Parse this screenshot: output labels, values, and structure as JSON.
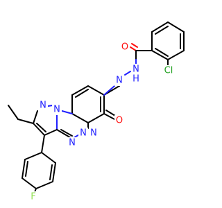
{
  "molecule": {
    "atoms": {
      "amide_o": {
        "label": "O",
        "color": "#ff0d0d"
      },
      "amide_nh": {
        "label": "N",
        "color": "#2020ff"
      },
      "amide_h": {
        "label": "H",
        "color": "#2020ff"
      },
      "chlorine": {
        "label": "Cl",
        "color": "#1fa01f"
      },
      "ring_n_pyridone": {
        "label": "N",
        "color": "#2020ff"
      },
      "ketone_o": {
        "label": "O",
        "color": "#ff0d0d"
      },
      "pyrazole_n1": {
        "label": "N",
        "color": "#2020ff"
      },
      "bridge_n": {
        "label": "N",
        "color": "#2020ff"
      },
      "triazine_n_lower": {
        "label": "N",
        "color": "#2020ff"
      },
      "triazine_n_mid": {
        "label": "N",
        "color": "#2020ff"
      },
      "triazine_n_right": {
        "label": "N",
        "color": "#2020ff"
      },
      "fluorine": {
        "label": "F",
        "color": "#90e050"
      }
    }
  }
}
